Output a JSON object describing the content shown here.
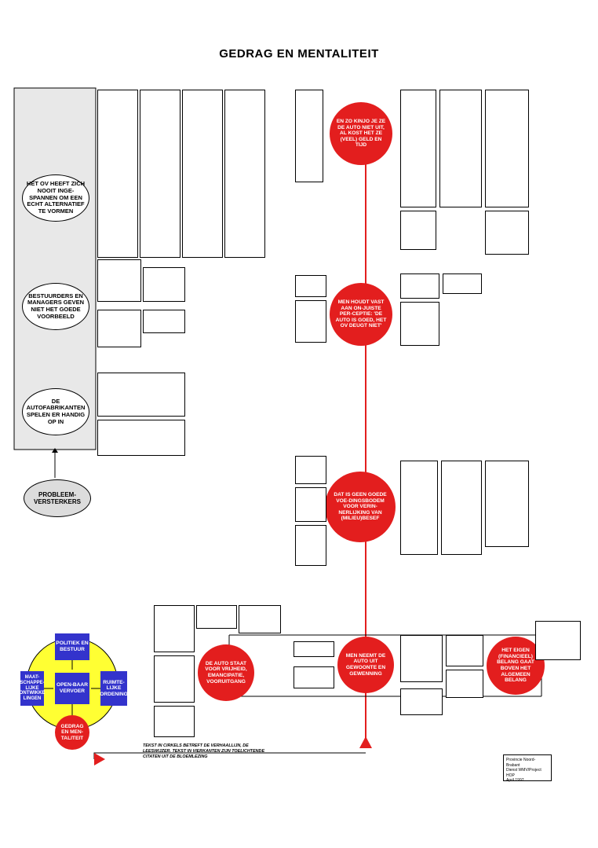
{
  "title": "GEDRAG EN MENTALITEIT",
  "left_panel": {
    "oval_1": "HET OV HEEFT ZICH NOOIT INGE-SPANNEN OM EEN ECHT ALTERNATIEF TE VORMEN",
    "oval_2": "BESTUURDERS EN MANAGERS GEVEN NIET HET GOEDE VOORBEELD",
    "oval_3": "DE AUTOFABRIKANTEN SPELEN ER HANDIG OP IN",
    "amplifiers": "PROBLEEM-VERSTERKERS"
  },
  "circles": {
    "c1": "EN ZO KINJO JE ZE DE AUTO NIET UIT, AL KOST HET ZE (VEEL) GELD EN TIJD",
    "c2": "MEN HOUDT VAST AAN ON-JUISTE PER-CEPTIE: 'DE AUTO IS GOED, HET OV DEUGT NIET'",
    "c3": "DAT IS GEEN GOEDE VOE-DINGSBODEM VOOR VERIN-NERLIJKING VAN (MILIEU)BESEF",
    "c4": "DE AUTO STAAT VOOR VRIJHEID, EMANCIPATIE, VOORUITGANG",
    "c5": "MEN NEEMT DE AUTO UIT GEWOONTE EN GEWENNING",
    "c6": "HET EIGEN (FINANCIEEL) BELANG GAAT BOVEN HET ALGEMEEN BELANG"
  },
  "squares": {
    "politiek": "POLITIEK EN BESTUUR",
    "maatschappelijke": "MAAT-SCHAPPE-LIJKE ONTWIKKE LINGEN",
    "openbaar": "OPEN-BAAR VERVOER",
    "ruimtelijke": "RUIMTE-LIJKE ORDENING",
    "gedrag": "GEDRAG EN MEN-TALITEIT"
  },
  "legend": "TEKST IN CIRKELS BETREFT DE VERHAALLIJN, DE LEESWIJZER. TEKST IN VIERKANTEN ZIJN TOELICHTENDE CITATEN UIT DE BLOEMLEZING",
  "province": {
    "line1": "Provincie Noord-Brabant",
    "line2": "Dienst WMV/Project HOP",
    "line3": "April 1997"
  },
  "colors": {
    "red": "#e31e1e",
    "blue": "#3333cc",
    "yellow": "#ffff33",
    "grey": "#dcdcdc"
  }
}
